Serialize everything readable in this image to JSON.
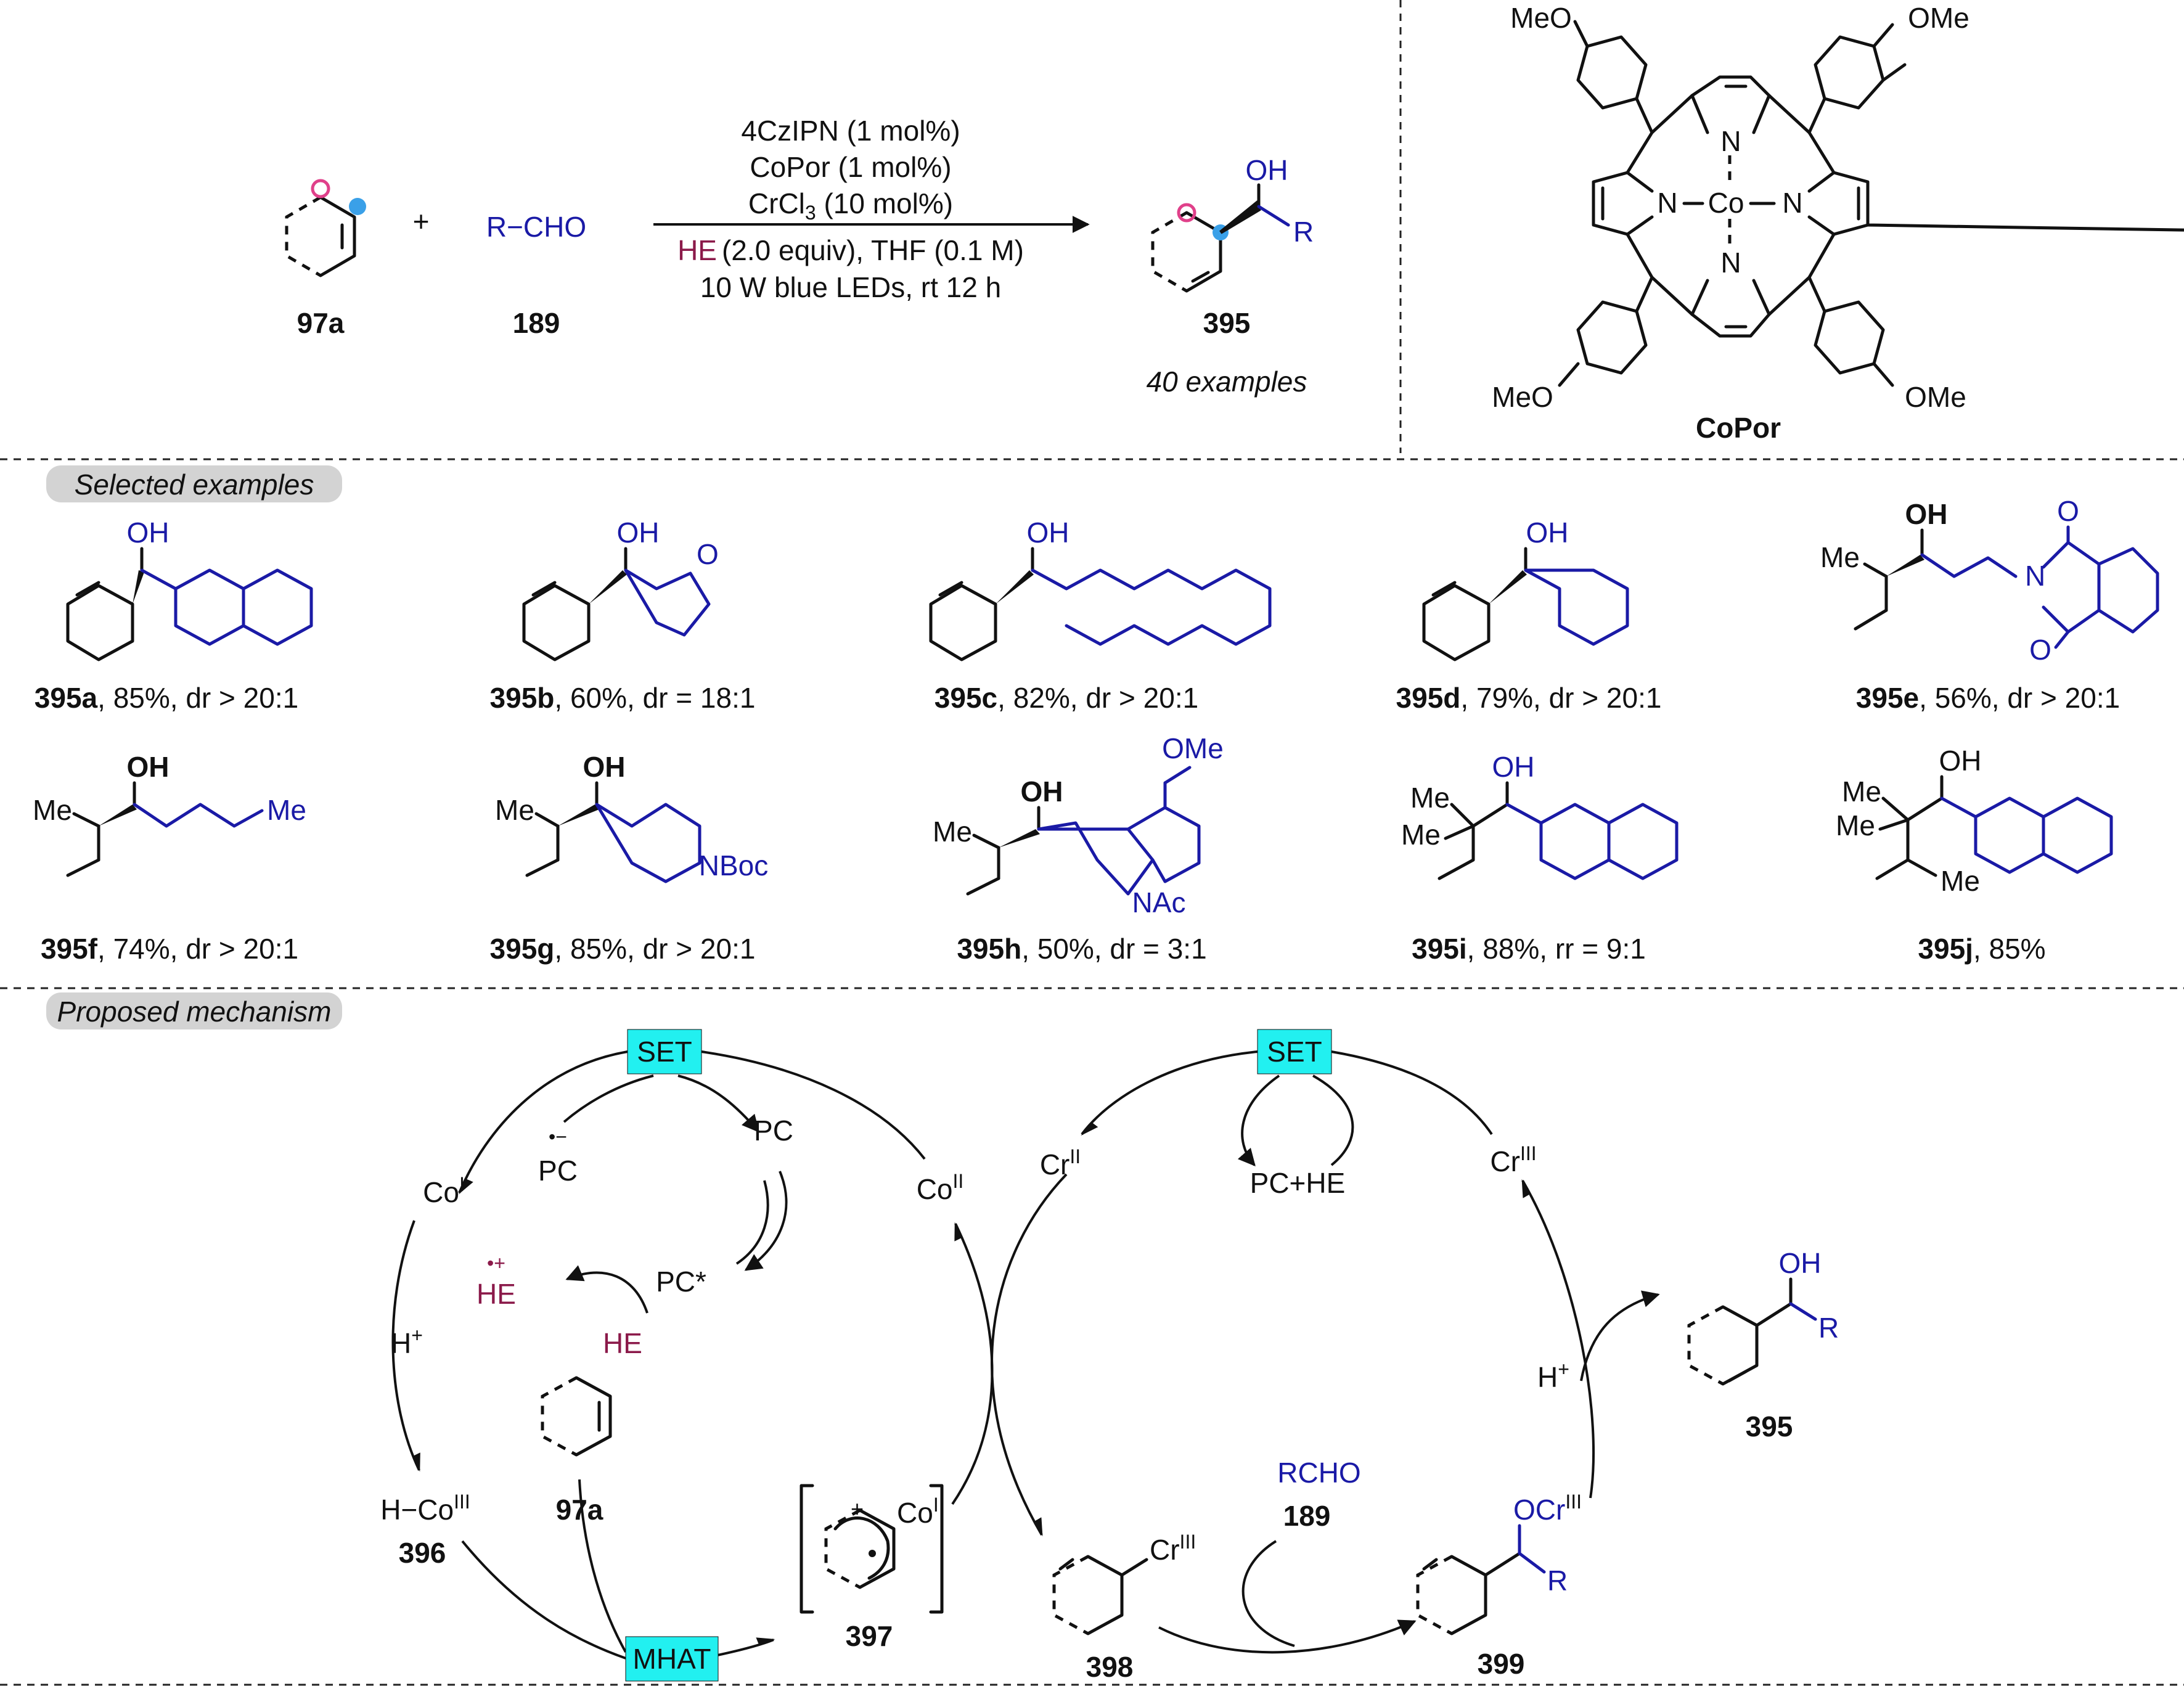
{
  "scheme": {
    "reactant_label": "97a",
    "reagent_text": "R−CHO",
    "reagent_label": "189",
    "plus": "+",
    "conditions": [
      "4CzIPN (1 mol%)",
      "CoPor (1 mol%)",
      "CrCl",
      "(10 mol%)",
      "HE",
      "(2.0 equiv), THF (0.1 M)",
      "10 W blue LEDs, rt 12 h"
    ],
    "cl_subscript": "3",
    "product_label": "395",
    "product_OH": "OH",
    "product_R": "R",
    "examples_note": "40 examples",
    "catalyst_label": "CoPor",
    "catalyst_OMe": "OMe",
    "catalyst_MeO": "MeO",
    "catalyst_N": "N",
    "catalyst_Co": "Co"
  },
  "selected_header": "Selected examples",
  "examples": [
    {
      "label": "395a",
      "detail": ", 85%, dr > 20:1"
    },
    {
      "label": "395b",
      "detail": ", 60%, dr = 18:1"
    },
    {
      "label": "395c",
      "detail": ", 82%, dr > 20:1"
    },
    {
      "label": "395d",
      "detail": ", 79%, dr > 20:1"
    },
    {
      "label": "395e",
      "detail": ", 56%, dr > 20:1"
    },
    {
      "label": "395f",
      "detail": ", 74%, dr > 20:1"
    },
    {
      "label": "395g",
      "detail": ", 85%, dr > 20:1"
    },
    {
      "label": "395h",
      "detail": ", 50%, dr = 3:1"
    },
    {
      "label": "395i",
      "detail": ", 88%, rr = 9:1"
    },
    {
      "label": "395j",
      "detail": ", 85%"
    }
  ],
  "example_atoms": {
    "OH": "OH",
    "O": "O",
    "Me": "Me",
    "N": "N",
    "NBoc": "NBoc",
    "NAc": "NAc",
    "OMe": "OMe"
  },
  "mechanism_header": "Proposed mechanism",
  "mechanism": {
    "set": "SET",
    "mhat": "MHAT",
    "co": "Co",
    "co_I": "I",
    "co_II": "II",
    "co_III": "III",
    "pc": "PC",
    "pc_radical_anion": "•−",
    "pc_star": "PC*",
    "he": "HE",
    "he_radical_cation": "•+",
    "h_plus": "H",
    "plus_sup": "+",
    "h_co": "H−Co",
    "label_396": "396",
    "label_97a": "97a",
    "label_397": "397",
    "label_398": "398",
    "label_399": "399",
    "label_395": "395",
    "label_189": "189",
    "rcho": "RCHO",
    "cr": "Cr",
    "cr_II": "II",
    "cr_III": "III",
    "pc_he": "PC+HE",
    "ocr": "OCr",
    "oh": "OH",
    "r": "R"
  },
  "colors": {
    "highlight": "#22f0f0",
    "blue": "#1a1aa6",
    "maroon": "#8b1a4a",
    "pink": "#e0408a",
    "lightblue": "#3aa0e8",
    "header_bg": "#d3d3d3"
  }
}
